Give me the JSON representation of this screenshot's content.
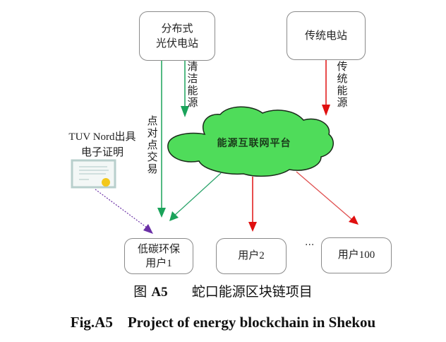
{
  "nodes": {
    "pv_station": {
      "line1": "分布式",
      "line2": "光伏电站"
    },
    "traditional_station": {
      "label": "传统电站"
    },
    "platform": {
      "label": "能源互联网平台"
    },
    "user1": {
      "line1": "低碳环保",
      "line2": "用户1"
    },
    "user2": {
      "label": "用户2"
    },
    "user100": {
      "label": "用户100"
    },
    "ellipsis": "···"
  },
  "edge_labels": {
    "clean_energy": "清洁能源",
    "traditional_energy": "传统能源",
    "p2p_trade": "点对点交易"
  },
  "certificate": {
    "line1": "TUV Nord出具",
    "line2": "电子证明",
    "icon": "certificate-icon"
  },
  "colors": {
    "green_arrow": "#1aa35a",
    "red_arrow": "#e01010",
    "purple_arrow": "#6a2fa6",
    "cloud_fill": "#4fdc5a",
    "box_border": "#8a8a8a"
  },
  "caption": {
    "cn_prefix": "图",
    "cn_fig": "A5",
    "cn_title": "蛇口能源区块链项目",
    "en": "Fig.A5    Project of energy blockchain in Shekou"
  }
}
